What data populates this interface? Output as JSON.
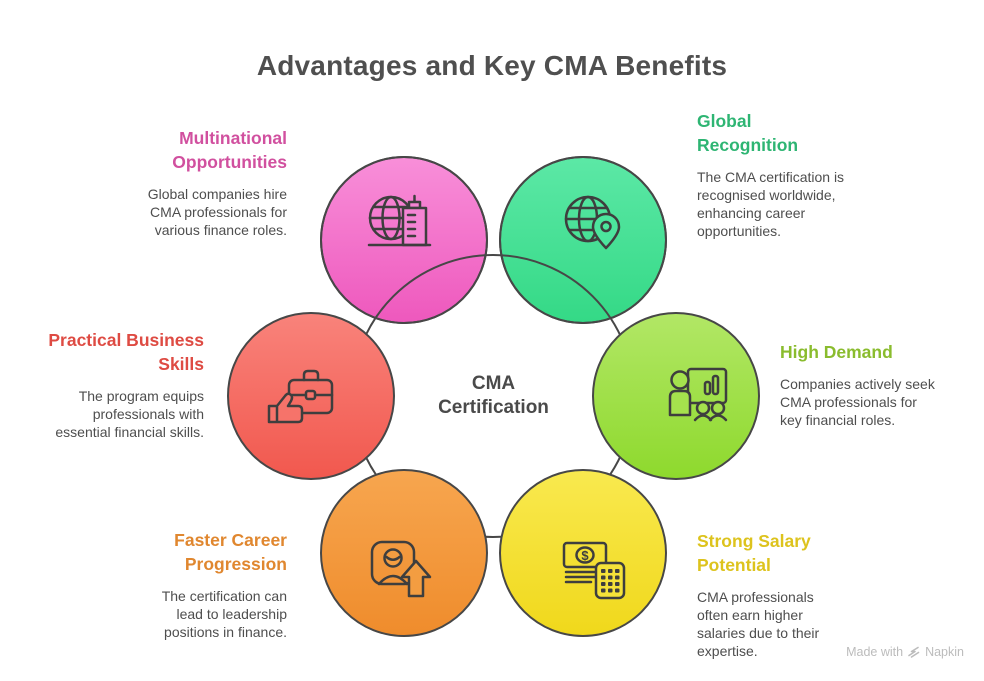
{
  "title": "Advantages and Key CMA Benefits",
  "center": {
    "label": "CMA\nCertification",
    "fill": "#b2b2b2",
    "label_color": "#4a4a4a"
  },
  "styles": {
    "outline": "#474747",
    "icon_stroke": "#3e3e3e",
    "title_color": "#4f4f4f",
    "body_color": "#4e4e4e"
  },
  "benefits": [
    {
      "id": "multinational-opportunities",
      "heading": "Multinational\nOpportunities",
      "heading_color": "#d1509f",
      "body": "Global companies hire\nCMA professionals for\nvarious finance roles.",
      "icon": "globe-building-icon",
      "circle_top": "#f88fd9",
      "circle_bottom": "#ee58bd",
      "icon_fill": "#f584d4"
    },
    {
      "id": "global-recognition",
      "heading": "Global\nRecognition",
      "heading_color": "#2eb573",
      "body": "The CMA certification is\nrecognised worldwide,\nenhancing career\nopportunities.",
      "icon": "globe-location-pin-icon",
      "circle_top": "#5ce8a6",
      "circle_bottom": "#34d986",
      "icon_fill": "#4ce59d"
    },
    {
      "id": "high-demand",
      "heading": "High Demand",
      "heading_color": "#8abc2e",
      "body": "Companies actively seek\nCMA professionals for\nkey financial roles.",
      "icon": "presentation-chart-icon",
      "circle_top": "#b2e766",
      "circle_bottom": "#8ed92d",
      "icon_fill": "#a5e24d"
    },
    {
      "id": "strong-salary-potential",
      "heading": "Strong Salary\nPotential",
      "heading_color": "#ddc31d",
      "body": "CMA professionals\noften earn higher\nsalaries due to their\nexpertise.",
      "icon": "money-calculator-icon",
      "circle_top": "#f9e94f",
      "circle_bottom": "#f0d81b",
      "icon_fill": "#f5e239"
    },
    {
      "id": "faster-career-progression",
      "heading": "Faster Career\nProgression",
      "heading_color": "#e0872f",
      "body": "The certification can\nlead to leadership\npositions in finance.",
      "icon": "id-badge-up-arrow-icon",
      "circle_top": "#f7a64f",
      "circle_bottom": "#ef8c2c",
      "icon_fill": "#f39d41"
    },
    {
      "id": "practical-business-skills",
      "heading": "Practical Business\nSkills",
      "heading_color": "#de4b43",
      "body": "The program equips\nprofessionals with\nessential financial skills.",
      "icon": "briefcase-thumbs-up-icon",
      "circle_top": "#f9837b",
      "circle_bottom": "#f1584e",
      "icon_fill": "#f6736a"
    }
  ],
  "watermark": {
    "prefix": "Made with",
    "brand": "Napkin",
    "color": "#bcbcbc"
  }
}
